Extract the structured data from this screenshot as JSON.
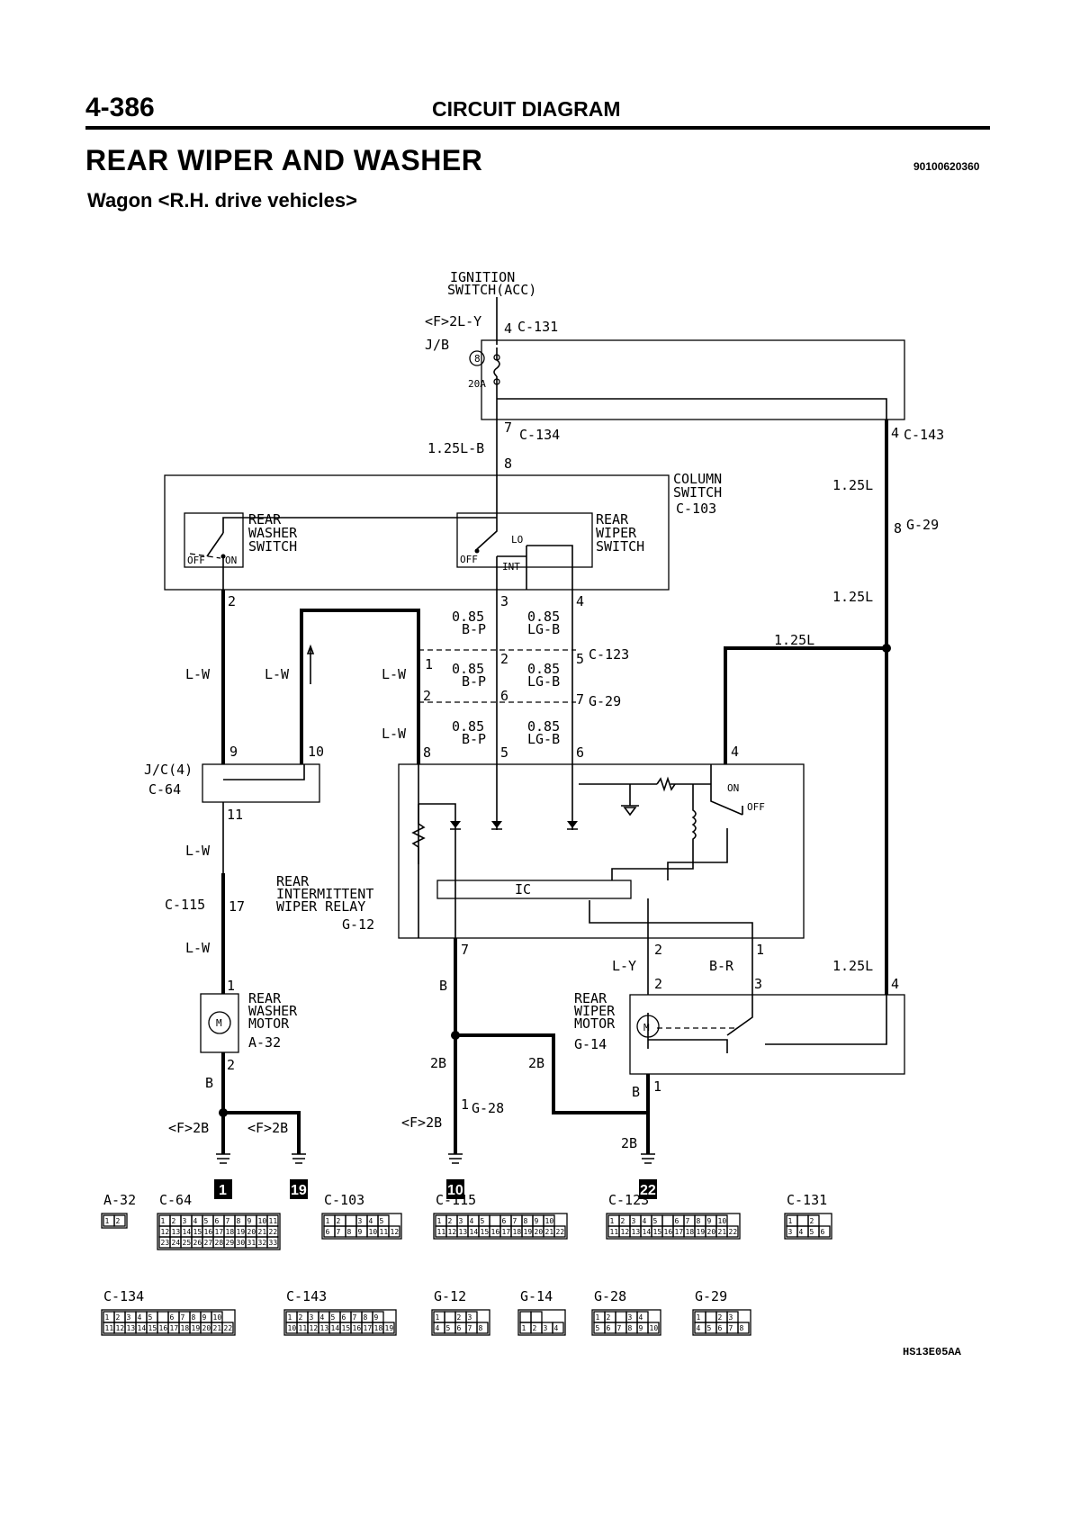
{
  "header": {
    "page_number": "4-386",
    "section": "CIRCUIT DIAGRAM",
    "title": "REAR WIPER AND WASHER",
    "doc_code": "90100620360",
    "subtitle": "Wagon <R.H. drive vehicles>"
  },
  "figure_code": "HS13E05AA",
  "labels": {
    "ign1": "IGNITION",
    "ign2": "SWITCH(ACC)",
    "w_f2ly": "<F>2L-Y",
    "jb": "J/B",
    "fuse_no": "8",
    "fuse_amp": "20A",
    "w_125lb": "1.25L-B",
    "col1": "COLUMN",
    "col2": "SWITCH",
    "w_125l": "1.25L",
    "rws1": "REAR",
    "rws2": "WASHER",
    "rws3": "SWITCH",
    "rwp1": "REAR",
    "rwp2": "WIPER",
    "rwp3": "SWITCH",
    "off": "OFF",
    "on": "ON",
    "lo": "LO",
    "int": "INT",
    "w_085": "0.85",
    "w_bp": "B-P",
    "w_lgb": "LG-B",
    "w_lw": "L-W",
    "jc": "J/C(4)",
    "relay1": "REAR",
    "relay2": "INTERMITTENT",
    "relay3": "WIPER RELAY",
    "ic": "IC",
    "w_b": "B",
    "w_ly": "L-Y",
    "w_br": "B-R",
    "wm1": "REAR",
    "wm2": "WASHER",
    "wm3": "MOTOR",
    "wpm1": "REAR",
    "wpm2": "WIPER",
    "wpm3": "MOTOR",
    "w_2b": "2B",
    "w_f2b": "<F>2B",
    "motor": "M",
    "gnd1": "1",
    "gnd19": "19",
    "gnd10": "10",
    "gnd22": "22"
  },
  "pins": {
    "p1": "1",
    "p2": "2",
    "p3": "3",
    "p4": "4",
    "p5": "5",
    "p6": "6",
    "p7": "7",
    "p8": "8",
    "p9": "9",
    "p10": "10",
    "p11": "11",
    "p17": "17"
  },
  "connectors": {
    "c131": "C-131",
    "c134": "C-134",
    "c143": "C-143",
    "c103": "C-103",
    "g29": "G-29",
    "c123": "C-123",
    "c64": "C-64",
    "c115": "C-115",
    "g12": "G-12",
    "a32": "A-32",
    "g14": "G-14",
    "g28": "G-28"
  },
  "connector_views": [
    {
      "code": "A-32",
      "rows": [
        [
          "1",
          "2"
        ]
      ]
    },
    {
      "code": "C-64",
      "rows": [
        [
          "1",
          "2",
          "3",
          "4",
          "5",
          "6",
          "7",
          "8",
          "9",
          "10",
          "11"
        ],
        [
          "12",
          "13",
          "14",
          "15",
          "16",
          "17",
          "18",
          "19",
          "20",
          "21",
          "22"
        ],
        [
          "23",
          "24",
          "25",
          "26",
          "27",
          "28",
          "29",
          "30",
          "31",
          "32",
          "33"
        ]
      ]
    },
    {
      "code": "C-103",
      "rows": [
        [
          "1",
          "2",
          "",
          "3",
          "4",
          "5"
        ],
        [
          "6",
          "7",
          "8",
          "9",
          "10",
          "11",
          "12"
        ]
      ]
    },
    {
      "code": "C-115",
      "rows": [
        [
          "1",
          "2",
          "3",
          "4",
          "5",
          "",
          "6",
          "7",
          "8",
          "9",
          "10"
        ],
        [
          "11",
          "12",
          "13",
          "14",
          "15",
          "16",
          "17",
          "18",
          "19",
          "20",
          "21",
          "22"
        ]
      ]
    },
    {
      "code": "C-123",
      "rows": [
        [
          "1",
          "2",
          "3",
          "4",
          "5",
          "",
          "6",
          "7",
          "8",
          "9",
          "10"
        ],
        [
          "11",
          "12",
          "13",
          "14",
          "15",
          "16",
          "17",
          "18",
          "19",
          "20",
          "21",
          "22"
        ]
      ]
    },
    {
      "code": "C-131",
      "rows": [
        [
          "1",
          "",
          "2"
        ],
        [
          "3",
          "4",
          "5",
          "6"
        ]
      ]
    },
    {
      "code": "C-134",
      "rows": [
        [
          "1",
          "2",
          "3",
          "4",
          "5",
          "",
          "6",
          "7",
          "8",
          "9",
          "10"
        ],
        [
          "11",
          "12",
          "13",
          "14",
          "15",
          "16",
          "17",
          "18",
          "19",
          "20",
          "21",
          "22"
        ]
      ]
    },
    {
      "code": "C-143",
      "rows": [
        [
          "1",
          "2",
          "3",
          "4",
          "5",
          "6",
          "7",
          "8",
          "9"
        ],
        [
          "10",
          "11",
          "12",
          "13",
          "14",
          "15",
          "16",
          "17",
          "18",
          "19"
        ]
      ]
    },
    {
      "code": "G-12",
      "rows": [
        [
          "1",
          "",
          "2",
          "3"
        ],
        [
          "4",
          "5",
          "6",
          "7",
          "8"
        ]
      ]
    },
    {
      "code": "G-14",
      "rows": [
        [
          "",
          ""
        ],
        [
          "1",
          "2",
          "3",
          "4"
        ]
      ]
    },
    {
      "code": "G-28",
      "rows": [
        [
          "1",
          "2",
          "",
          "3",
          "4"
        ],
        [
          "5",
          "6",
          "7",
          "8",
          "9",
          "10"
        ]
      ]
    },
    {
      "code": "G-29",
      "rows": [
        [
          "1",
          "",
          "2",
          "3"
        ],
        [
          "4",
          "5",
          "6",
          "7",
          "8"
        ]
      ]
    }
  ]
}
